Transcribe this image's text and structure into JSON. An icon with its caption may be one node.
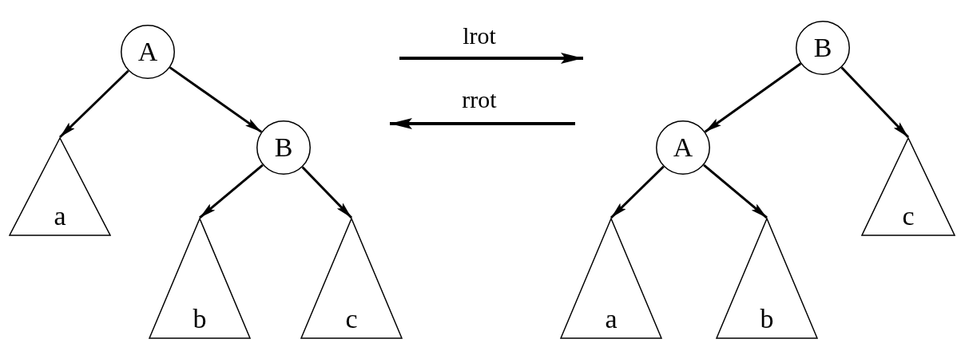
{
  "diagram": {
    "nodes": [
      {
        "text": [
          "A"
        ]
      },
      {
        "text": [
          "a"
        ]
      },
      {
        "text": [
          "B"
        ]
      },
      {
        "text": [
          "b"
        ]
      },
      {
        "text": [
          "c"
        ]
      },
      {
        "text": [
          "B"
        ]
      },
      {
        "text": [
          "A"
        ]
      },
      {
        "text": [
          "c"
        ]
      },
      {
        "text": [
          "a"
        ]
      },
      {
        "text": [
          "b"
        ]
      }
    ],
    "edges": [
      {
        "from": 0,
        "to": 1,
        "arrow": "to"
      },
      {
        "from": 0,
        "to": 2,
        "arrow": "to"
      },
      {
        "from": 2,
        "to": 3,
        "arrow": "to"
      },
      {
        "from": 2,
        "to": 4,
        "arrow": "to"
      },
      {
        "from": 5,
        "to": 6,
        "arrow": "to"
      },
      {
        "from": 5,
        "to": 7,
        "arrow": "to"
      },
      {
        "from": 6,
        "to": 8,
        "arrow": "to"
      },
      {
        "from": 6,
        "to": 9,
        "arrow": "to"
      }
    ],
    "labels": [
      "lrot",
      "rrot"
    ]
  }
}
